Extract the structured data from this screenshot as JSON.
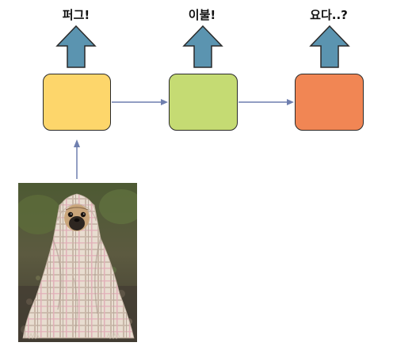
{
  "outputs": [
    {
      "word": "퍼그!",
      "box_color": "#FDD66B"
    },
    {
      "word": "이불!",
      "box_color": "#C5DB73"
    },
    {
      "word": "요다..?",
      "box_color": "#F18654"
    }
  ],
  "arrow_color": "#5B94B0",
  "connector_color": "#6F7FAF",
  "input_image": "pug-wrapped-in-plaid-blanket"
}
